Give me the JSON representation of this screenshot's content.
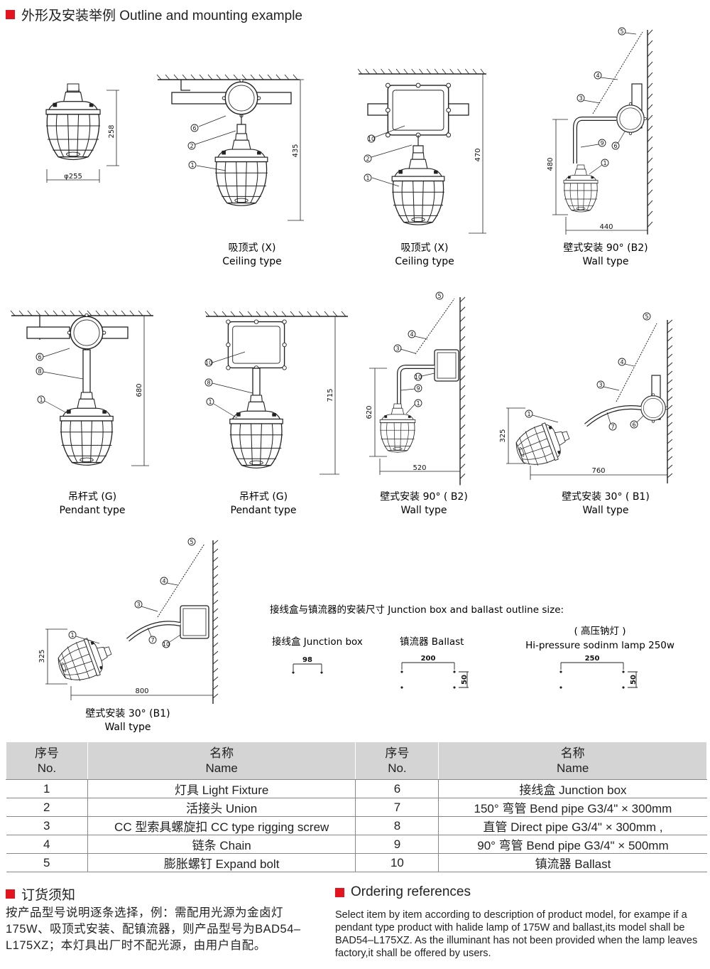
{
  "section_title": "外形及安装举例 Outline and mounting example",
  "dims": {
    "d258": "258",
    "d255": "φ255",
    "d435": "435",
    "d470": "470",
    "d480": "480",
    "d440": "440",
    "d680": "680",
    "d715": "715",
    "d620": "620",
    "d520": "520",
    "d325a": "325",
    "d760": "760",
    "d325b": "325",
    "d800": "800"
  },
  "captions": {
    "ceiling1_cn": "吸顶式 (X)",
    "ceiling1_en": "Ceiling type",
    "ceiling2_cn": "吸顶式 (X)",
    "ceiling2_en": "Ceiling type",
    "wall_b2_top_cn": "壁式安装 90°  (B2)",
    "wall_b2_top_en": "Wall type",
    "pendant1_cn": "吊杆式 (G)",
    "pendant1_en": "Pendant type",
    "pendant2_cn": "吊杆式 (G)",
    "pendant2_en": "Pendant type",
    "wall_b2_mid_cn": "壁式安装 90°  ( B2)",
    "wall_b2_mid_en": "Wall type",
    "wall_b1_mid_cn": "壁式安装 30°  ( B1)",
    "wall_b1_mid_en": "Wall type",
    "wall_b1_bot_cn": "壁式安装 30°  (B1)",
    "wall_b1_bot_en": "Wall type"
  },
  "junction": {
    "title": "接线盒与镇流器的安装尺寸 Junction box and ballast outline size:",
    "box_label": "接线盒 Junction box",
    "ballast_label": "镇流器 Ballast",
    "hps_label_1": "( 高压钠灯 )",
    "hps_label_2": "Hi-pressure sodinm lamp 250w",
    "box_dim": "98",
    "ballast_w": "200",
    "ballast_h": "50",
    "hps_w": "250",
    "hps_h": "50"
  },
  "parts_table": {
    "headers": [
      "序号",
      "No.",
      "名称",
      "Name",
      "序号",
      "No.",
      "名称",
      "Name"
    ],
    "rows": [
      [
        "1",
        "灯具 Light Fixture",
        "6",
        "接线盒 Junction box"
      ],
      [
        "2",
        "活接头 Union",
        "7",
        "150°  弯管 Bend pipe G3/4\" × 300mm"
      ],
      [
        "3",
        "CC 型索具螺旋扣 CC type rigging screw",
        "8",
        "直管 Direct pipe G3/4\" × 300mm ,"
      ],
      [
        "4",
        "链条 Chain",
        "9",
        "90°  弯管 Bend pipe G3/4\" × 500mm"
      ],
      [
        "5",
        "膨胀螺钉 Expand bolt",
        "10",
        "镇流器 Ballast"
      ]
    ]
  },
  "ordering": {
    "cn_title": "订货须知",
    "cn_text": "按产品型号说明逐条选择，例：需配用光源为金卤灯 175W、吸顶式安装、配镇流器，则产品型号为BAD54–L175XZ；本灯具出厂时不配光源，由用户自配。",
    "en_title": "Ordering references",
    "en_text": "Select item by item according to description of product model, for exampe if a pendant type product with halide lamp of 175W and ballast,its model shall be BAD54–L175XZ. As the illuminant has not been provided when the lamp leaves factory,it shall be offered by users."
  },
  "colors": {
    "accent": "#e3141e",
    "table_header": "#d4d4d4",
    "line": "#222222"
  }
}
